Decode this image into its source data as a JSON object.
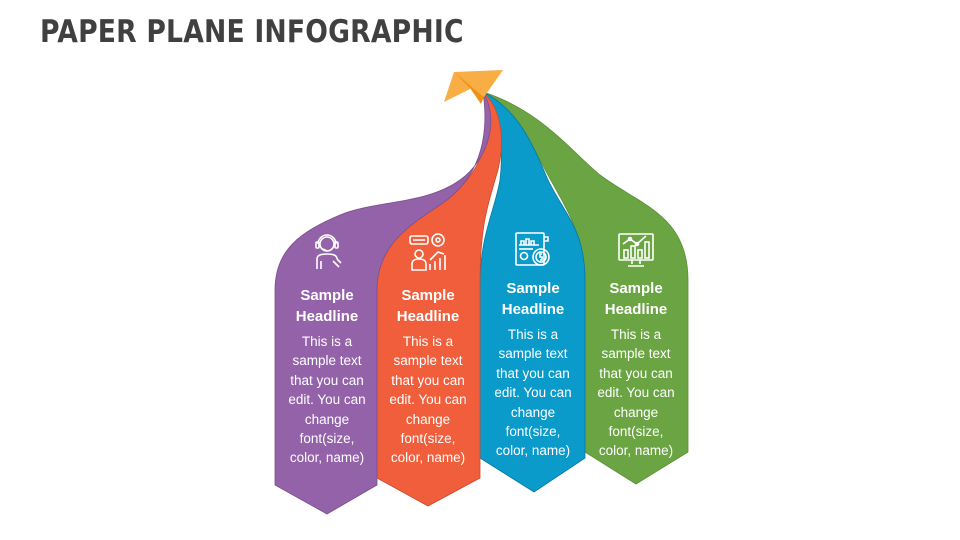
{
  "title": "PAPER PLANE INFOGRAPHIC",
  "colors": {
    "purple": "#9462A8",
    "orange": "#F05E3C",
    "blue": "#0A9BCB",
    "green": "#6BA543",
    "plane": "#F9AD45",
    "plane_fold": "#EE9212",
    "title": "#404040"
  },
  "columns": [
    {
      "icon": "support-agent-icon",
      "headline_line1": "Sample",
      "headline_line2": "Headline",
      "body": [
        "This is a",
        "sample text",
        "that you can",
        "edit. You can",
        "change",
        "font(size,",
        "color, name)"
      ]
    },
    {
      "icon": "presenter-analytics-icon",
      "headline_line1": "Sample",
      "headline_line2": "Headline",
      "body": [
        "This is a",
        "sample text",
        "that you can",
        "edit. You can",
        "change",
        "font(size,",
        "color, name)"
      ]
    },
    {
      "icon": "financial-report-icon",
      "headline_line1": "Sample",
      "headline_line2": "Headline",
      "body": [
        "This is a",
        "sample text",
        "that you can",
        "edit. You can",
        "change",
        "font(size,",
        "color, name)"
      ]
    },
    {
      "icon": "monitor-chart-icon",
      "headline_line1": "Sample",
      "headline_line2": "Headline",
      "body": [
        "This is a",
        "sample text",
        "that you can",
        "edit. You can",
        "change",
        "font(size,",
        "color, name)"
      ]
    }
  ]
}
